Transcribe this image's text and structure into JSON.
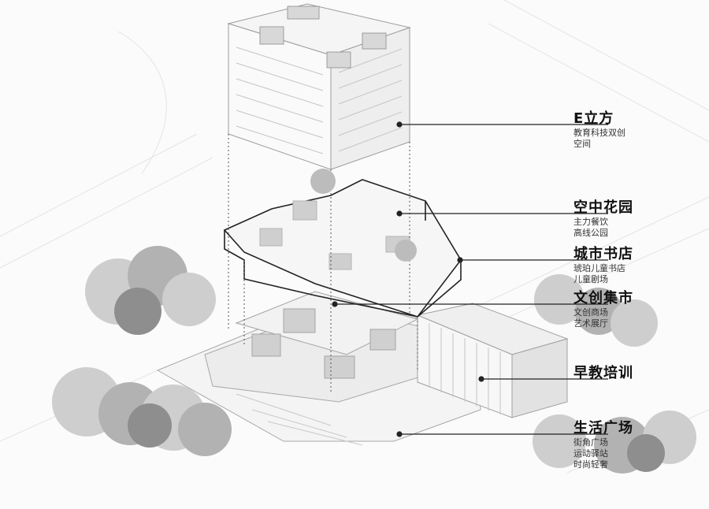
{
  "labels": [
    {
      "title": "E立方",
      "lines": [
        "教育科技双创",
        "空间"
      ]
    },
    {
      "title": "空中花园",
      "lines": [
        "主力餐饮",
        "高线公园"
      ]
    },
    {
      "title": "城市书店",
      "lines": [
        "琥珀儿童书店",
        "儿童剧场"
      ]
    },
    {
      "title": "文创集市",
      "lines": [
        "文创商场",
        "艺术展厅"
      ]
    },
    {
      "title": "早教培训",
      "lines": []
    },
    {
      "title": "生活广场",
      "lines": [
        "街角广场",
        "运动驿站",
        "时尚轻奢"
      ]
    }
  ],
  "colors": {
    "line": "#222222",
    "linework": "#9a9a9a",
    "tree_dark": "#8e8e8e",
    "tree_mid": "#b2b2b2",
    "tree_light": "#cecece"
  }
}
